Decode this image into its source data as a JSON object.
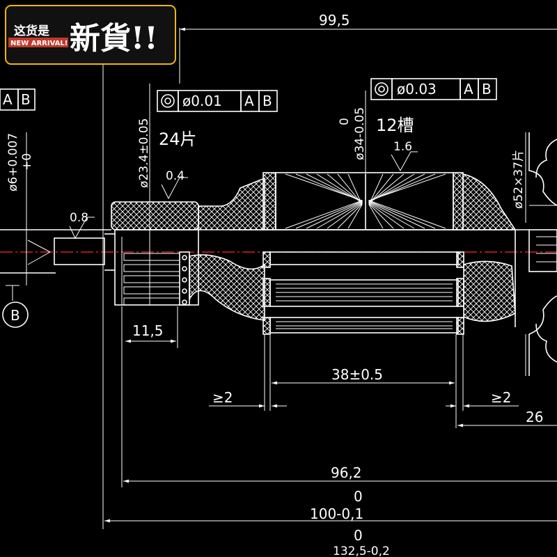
{
  "badge": {
    "top_text": "这货是",
    "big_text": "新貨!!",
    "sub_text": "NEW ARRIVAL!"
  },
  "dimensions": {
    "overall_top": "99,5",
    "commutator_length": "11,5",
    "core_length": "38±0.5",
    "gap_left": "≥2",
    "gap_right": "≥2",
    "right_len": "26",
    "len_96": "96,2",
    "len_100_upper": "0",
    "len_100": "100-0,1",
    "len_132_upper": "0",
    "len_132": "132,5-0,2",
    "dia_shaft": "ø6+0.007",
    "dia_shaft_tol": "+0",
    "dia_commutator": "ø23.4±0.05",
    "dia_core_upper": "0",
    "dia_core": "ø34-0.05",
    "dia_fan": "ø52×37片"
  },
  "labels": {
    "segments": "24片",
    "slots": "12槽",
    "datum_b": "B"
  },
  "roughness": {
    "shaft": "0.8",
    "commutator": "0.4",
    "core": "1.6"
  },
  "tolerance_frames": {
    "left_partial": {
      "ref1": "A",
      "ref2": "B"
    },
    "commutator": {
      "symbol": "concentricity-icon",
      "value": "ø0.01",
      "ref1": "A",
      "ref2": "B"
    },
    "core": {
      "symbol": "concentricity-icon",
      "value": "ø0.03",
      "ref1": "A",
      "ref2": "B"
    }
  },
  "colors": {
    "background": "#000000",
    "lines": "#ffffff",
    "centerline": "#ff2a2a",
    "badge_accent": "#f2b705"
  }
}
